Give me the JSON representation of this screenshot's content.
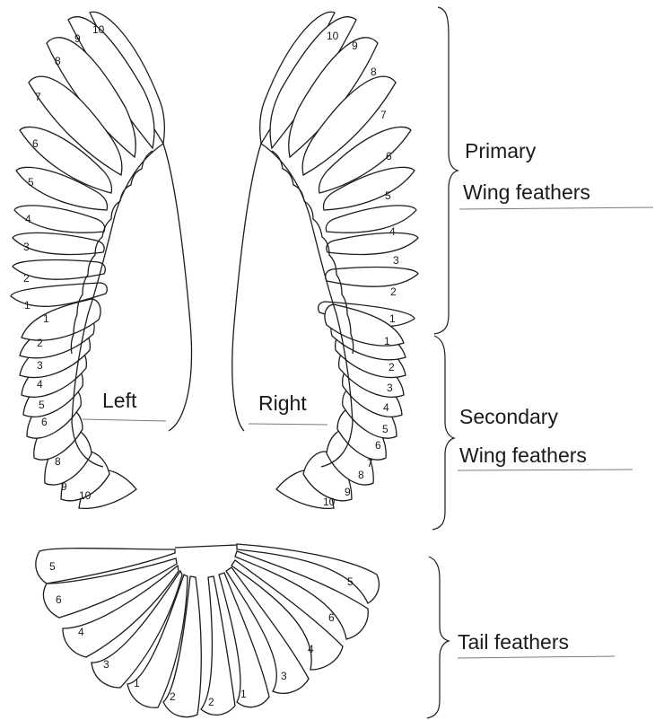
{
  "colors": {
    "ink": "#1c1c1c",
    "background": "#ffffff",
    "underline": "#7a7a7a"
  },
  "wings": {
    "left_label": "Left",
    "right_label": "Right"
  },
  "sections": {
    "primary": {
      "line1": "Primary",
      "line2": "Wing feathers"
    },
    "secondary": {
      "line1": "Secondary",
      "line2": "Wing feathers"
    },
    "tail": {
      "line1": "Tail feathers"
    }
  },
  "feather_numbers": {
    "primary": [
      "1",
      "2",
      "3",
      "4",
      "5",
      "6",
      "7",
      "8",
      "9",
      "10"
    ],
    "secondary": [
      "1",
      "2",
      "3",
      "4",
      "5",
      "6",
      "7",
      "8",
      "9",
      "10"
    ],
    "tail_left": [
      "5",
      "6",
      "4",
      "3",
      "1",
      "2"
    ],
    "tail_right": [
      "2",
      "1",
      "3",
      "4",
      "6",
      "5"
    ]
  }
}
